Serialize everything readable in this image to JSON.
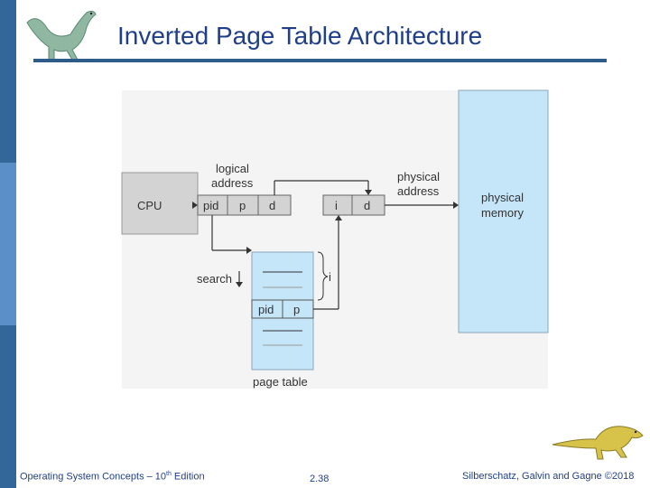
{
  "slide": {
    "title": "Inverted Page Table Architecture",
    "footer_left": "Operating System Concepts – 10",
    "footer_left_sup": "th",
    "footer_left_suffix": " Edition",
    "footer_center": "2.38",
    "footer_right": "Silberschatz, Galvin and Gagne ©2018"
  },
  "diagram": {
    "cpu": "CPU",
    "logical_address_line1": "logical",
    "logical_address_line2": "address",
    "logical_fields": [
      "pid",
      "p",
      "d"
    ],
    "physical_address_line1": "physical",
    "physical_address_line2": "address",
    "physical_fields": [
      "i",
      "d"
    ],
    "physical_memory_line1": "physical",
    "physical_memory_line2": "memory",
    "search": "search",
    "index_label": "i",
    "table_entry": [
      "pid",
      "p"
    ],
    "page_table": "page table"
  },
  "colors": {
    "sidebar": "#336699",
    "title": "#1f3f8a",
    "rule": "#2e5c8a",
    "diagram_background": "#f4f4f4",
    "memory_fill": "#c4e6f8",
    "page_table_fill": "#c4e6f8",
    "cpu_fill": "#d3d3d3",
    "address_field_fill": "#d3d3d3"
  },
  "icons": [
    "dinosaur-logo-top",
    "dinosaur-logo-bottom"
  ]
}
